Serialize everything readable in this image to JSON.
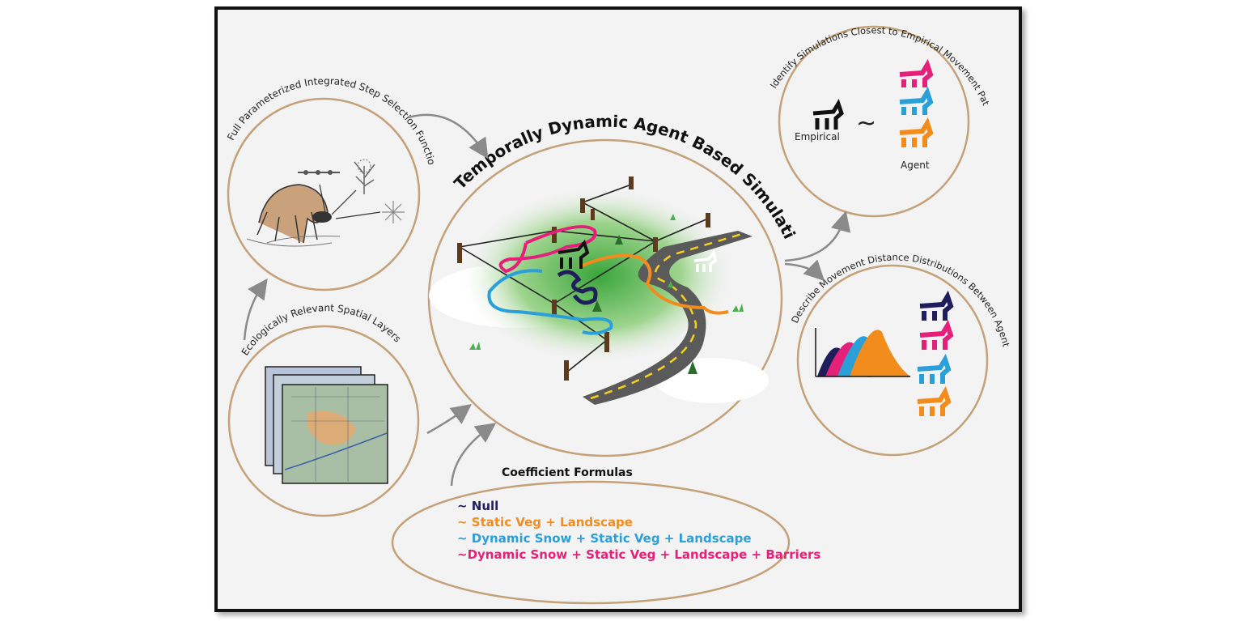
{
  "labels": {
    "issf": "Full Parameterized Integrated Step Selection Function",
    "spatial": "Ecologically Relevant Spatial Layers",
    "simulation": "Temporally Dynamic Agent Based Simulation",
    "identify": "Identify Simulations Closest to Empirical Movement Paths",
    "describe": "Describe Movement Distance Distributions Between Agents",
    "coef_title": "Coefficient Formulas",
    "empirical": "Empirical",
    "agent": "Agent",
    "tilde": "~"
  },
  "formulas": [
    {
      "text": "~ Null",
      "color": "#1f1d5c"
    },
    {
      "text": "~ Static Veg + Landscape",
      "color": "#f28c1c"
    },
    {
      "text": "~ Dynamic Snow + Static Veg + Landscape",
      "color": "#2b9fd8"
    },
    {
      "text": "~Dynamic Snow + Static Veg + Landscape + Barriers",
      "color": "#e4207a"
    }
  ],
  "colors": {
    "circle_stroke": "#c4a178",
    "navy": "#1f1d5c",
    "orange": "#f28c1c",
    "blue": "#2b9fd8",
    "pink": "#e4207a"
  }
}
